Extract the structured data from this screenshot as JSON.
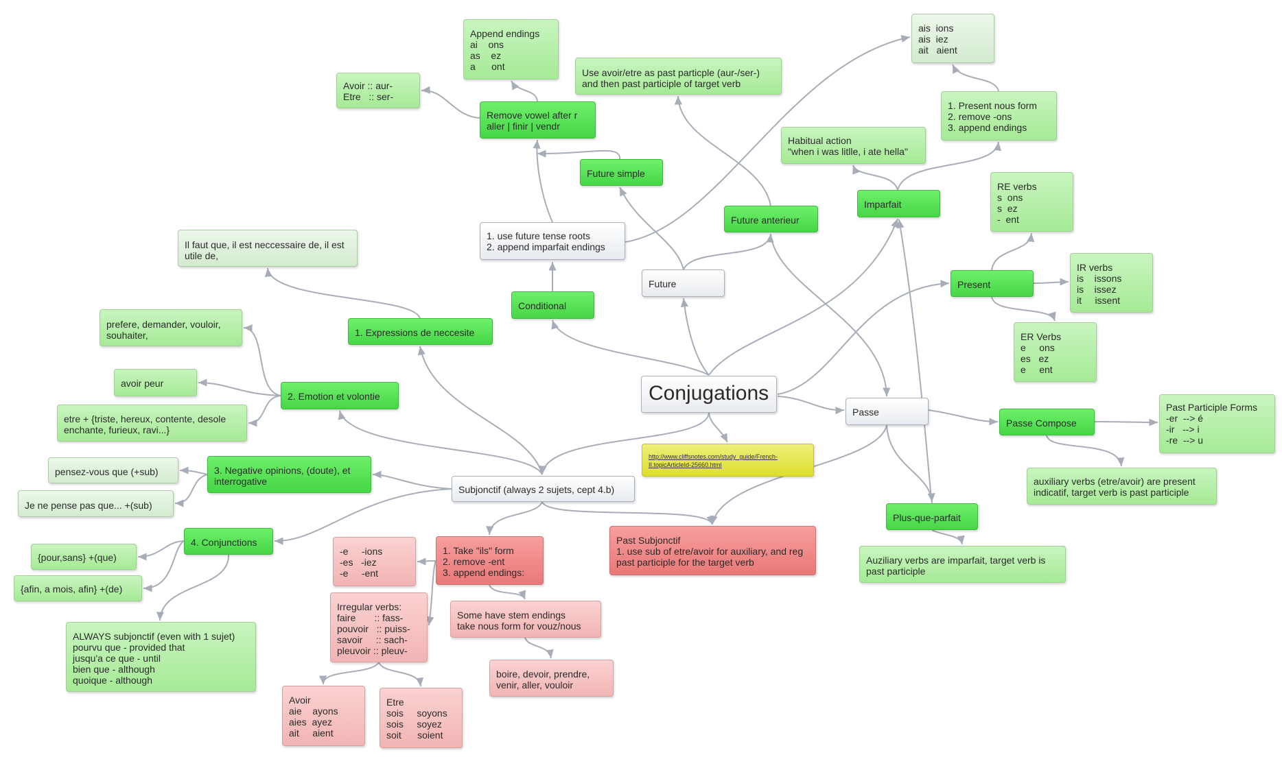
{
  "colors": {
    "green": "#4fdc4c",
    "light_green": "#b4ee9f",
    "pale_green": "#dcefd8",
    "white": "#f3f4f6",
    "red": "#ef8585",
    "light_red": "#f6c2c2",
    "yellow": "#e4e44a",
    "edge": "#a7adb8"
  },
  "nodes": {
    "root": "Conjugations",
    "future": "Future",
    "passe": "Passe",
    "subjonctif": "Subjonctif (always 2 sujets, cept 4.b)",
    "link": "http://www.cliffsnotes.com/study_guide/French-\nII.topicArticleId-25660.html",
    "conditional": "Conditional",
    "cond_steps": "1. use future tense roots\n2. append imparfait endings",
    "remove_vowel": "Remove vowel after r\naller | finir | vendr",
    "append_endings": "Append endings\nai    ons\nas    ez\na      ont",
    "avoir_etre_future": "Avoir :: aur-\nEtre   :: ser-",
    "future_simple": "Future simple",
    "future_anterieur": "Future anterieur",
    "use_avoir": "Use avoir/etre as past particple (aur-/ser-)\nand then past participle of target verb",
    "imparfait": "Imparfait",
    "habitual": "Habitual action\n\"when i was litlle, i ate hella\"",
    "imparfait_steps": "1. Present nous form\n2. remove -ons\n3. append endings",
    "imparfait_endings": "ais  ions\nais  iez\nait   aient",
    "present": "Present",
    "re_verbs": "RE verbs\ns  ons\ns  ez\n-  ent",
    "ir_verbs": "IR verbs\nis    issons\nis    issez\nit     issent",
    "er_verbs": "ER Verbs\ne     ons\nes   ez\ne     ent",
    "passe_compose": "Passe Compose",
    "pp_forms": "Past Participle Forms\n-er  --> é\n-ir   --> i\n-re  --> u",
    "aux_verbs": "auxiliary verbs (etre/avoir) are present\nindicatif, target verb is past participle",
    "plus_que_parfait": "Plus-que-parfait",
    "pqp_note": "Auziliary verbs are imparfait, target verb is\npast participle",
    "past_subj": "Past Subjonctif\n1. use sub of etre/avoir for auxiliary, and reg\npast participle for the target verb",
    "take_ils": "1. Take \"ils\" form\n2. remove -ent\n3. append endings:",
    "subj_endings": "-e     -ions\n-es   -iez\n-e     -ent",
    "irregular": "Irregular verbs:\nfaire       :: fass-\npouvoir   :: puiss-\nsavoir     :: sach-\npleuvoir :: pleuv-",
    "stem_endings": "Some have stem endings\ntake nous form for vouz/nous",
    "boire": "boire, devoir, prendre,\nvenir, aller, vouloir",
    "avoir_subj": "Avoir\naie    ayons\naies  ayez\nait     aient",
    "etre_subj": "Etre\nsois     soyons\nsois     soyez\nsoit      soient",
    "expressions": "1. Expressions de neccesite",
    "il_faut": "Il faut que, il est neccessaire de, il est\nutile de,",
    "emotion": "2. Emotion et volontie",
    "prefere": "prefere, demander, vouloir,\nsouhaiter,",
    "avoir_peur": "avoir peur",
    "etre_triste": "etre + {triste, hereux, contente, desole\nenchante, furieux, ravi...}",
    "negative": "3. Negative opinions, (doute), et\ninterrogative",
    "pensez": "pensez-vous que (+sub)",
    "je_ne_pense": "Je ne pense pas que... +(sub)",
    "conjunctions": "4. Conjunctions",
    "pour_sans": "{pour,sans} +(que)",
    "afin": "{afin, a mois, afin} +(de)",
    "always_subj": "ALWAYS subjonctif (even with 1 sujet)\npourvu que - provided that\njusqu'a ce que - until\nbien que - although\nquoique - although"
  }
}
